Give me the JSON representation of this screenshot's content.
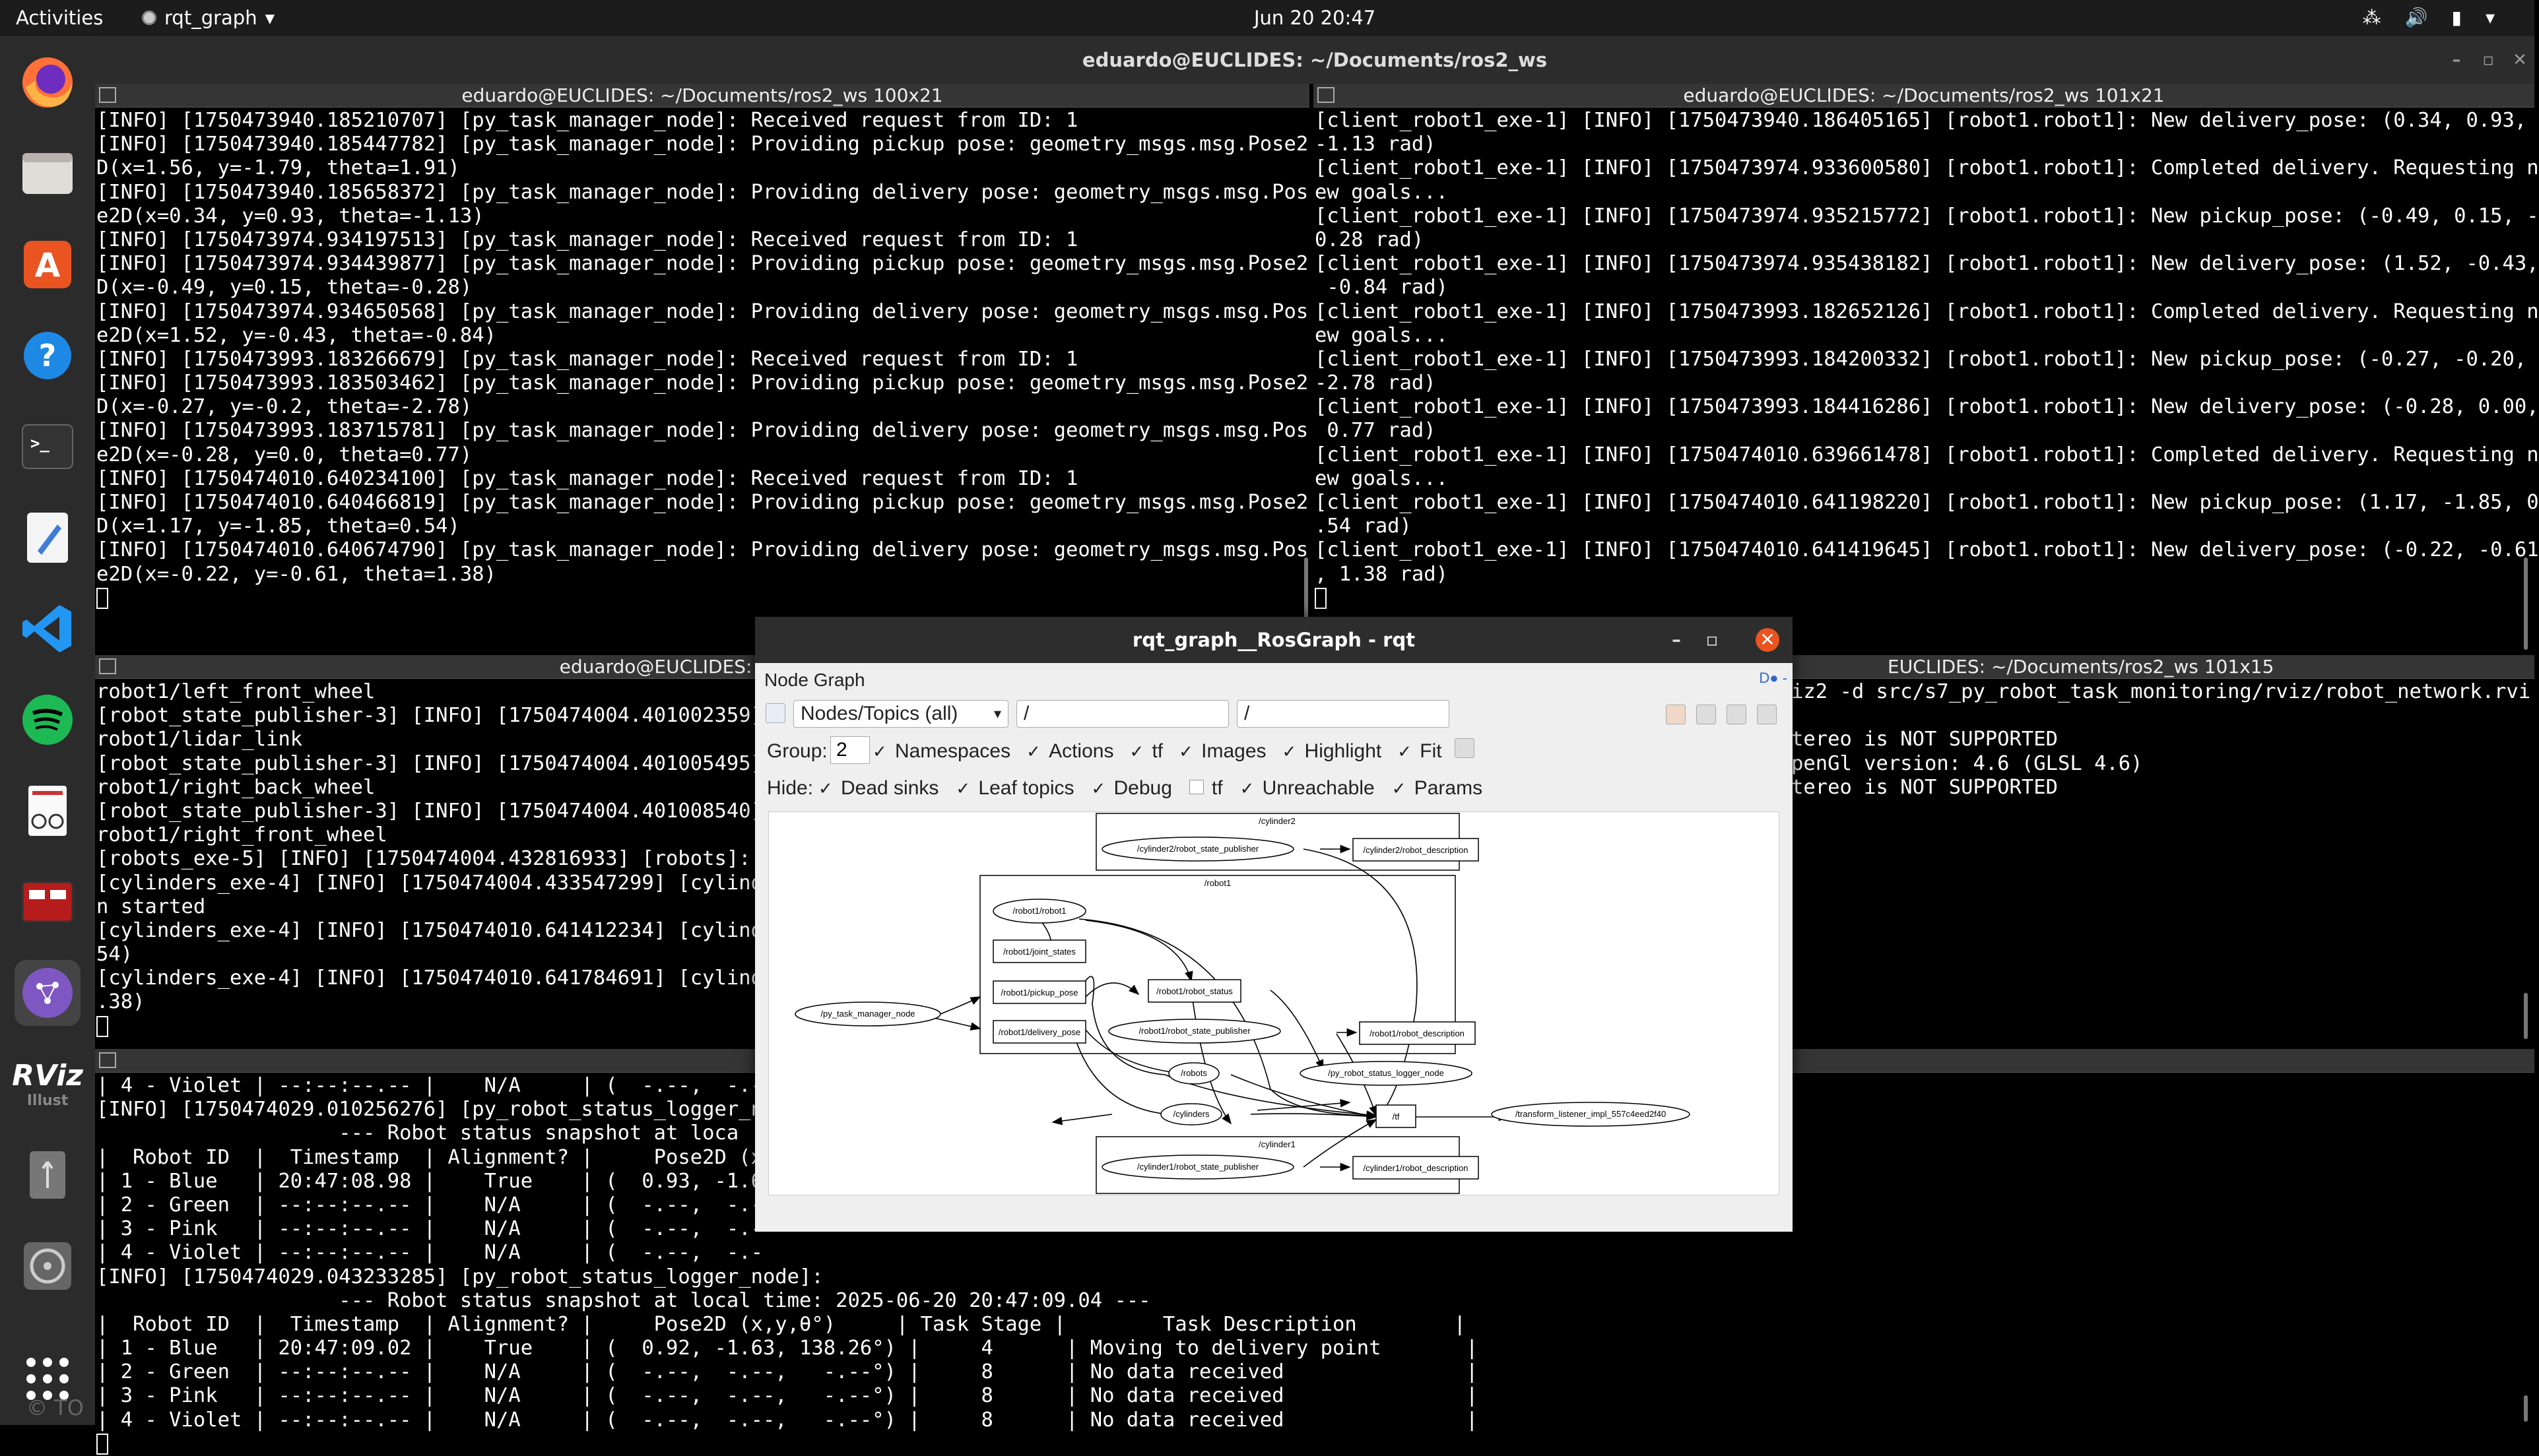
{
  "topbar": {
    "activities": "Activities",
    "app_name": "rqt_graph",
    "clock": "Jun 20  20:47"
  },
  "dock": {
    "items": [
      "firefox-icon",
      "files-icon",
      "app-center-icon",
      "help-icon",
      "terminal-icon",
      "text-editor-icon",
      "vscode-icon",
      "spotify-icon",
      "document-viewer-icon",
      "display-icon",
      "rqt-icon",
      "rviz-icon",
      "usb-drive-icon",
      "disc-icon",
      "show-apps-icon"
    ],
    "rviz_label": "RViz",
    "rviz_sub": "Illust",
    "bottom_label": "© TO"
  },
  "terminal": {
    "title": "eduardo@EUCLIDES: ~/Documents/ros2_ws"
  },
  "pane_tl": {
    "title": "eduardo@EUCLIDES: ~/Documents/ros2_ws 100x21",
    "lines": [
      "[INFO] [1750473940.185210707] [py_task_manager_node]: Received request from ID: 1",
      "[INFO] [1750473940.185447782] [py_task_manager_node]: Providing pickup pose: geometry_msgs.msg.Pose2",
      "D(x=1.56, y=-1.79, theta=1.91)",
      "[INFO] [1750473940.185658372] [py_task_manager_node]: Providing delivery pose: geometry_msgs.msg.Pos",
      "e2D(x=0.34, y=0.93, theta=-1.13)",
      "[INFO] [1750473974.934197513] [py_task_manager_node]: Received request from ID: 1",
      "[INFO] [1750473974.934439877] [py_task_manager_node]: Providing pickup pose: geometry_msgs.msg.Pose2",
      "D(x=-0.49, y=0.15, theta=-0.28)",
      "[INFO] [1750473974.934650568] [py_task_manager_node]: Providing delivery pose: geometry_msgs.msg.Pos",
      "e2D(x=1.52, y=-0.43, theta=-0.84)",
      "[INFO] [1750473993.183266679] [py_task_manager_node]: Received request from ID: 1",
      "[INFO] [1750473993.183503462] [py_task_manager_node]: Providing pickup pose: geometry_msgs.msg.Pose2",
      "D(x=-0.27, y=-0.2, theta=-2.78)",
      "[INFO] [1750473993.183715781] [py_task_manager_node]: Providing delivery pose: geometry_msgs.msg.Pos",
      "e2D(x=-0.28, y=0.0, theta=0.77)",
      "[INFO] [1750474010.640234100] [py_task_manager_node]: Received request from ID: 1",
      "[INFO] [1750474010.640466819] [py_task_manager_node]: Providing pickup pose: geometry_msgs.msg.Pose2",
      "D(x=1.17, y=-1.85, theta=0.54)",
      "[INFO] [1750474010.640674790] [py_task_manager_node]: Providing delivery pose: geometry_msgs.msg.Pos",
      "e2D(x=-0.22, y=-0.61, theta=1.38)"
    ]
  },
  "pane_tr": {
    "title": "eduardo@EUCLIDES: ~/Documents/ros2_ws 101x21",
    "lines": [
      "[client_robot1_exe-1] [INFO] [1750473940.186405165] [robot1.robot1]: New delivery_pose: (0.34, 0.93,",
      "-1.13 rad)",
      "[client_robot1_exe-1] [INFO] [1750473974.933600580] [robot1.robot1]: Completed delivery. Requesting n",
      "ew goals...",
      "[client_robot1_exe-1] [INFO] [1750473974.935215772] [robot1.robot1]: New pickup_pose: (-0.49, 0.15, -",
      "0.28 rad)",
      "[client_robot1_exe-1] [INFO] [1750473974.935438182] [robot1.robot1]: New delivery_pose: (1.52, -0.43,",
      " -0.84 rad)",
      "[client_robot1_exe-1] [INFO] [1750473993.182652126] [robot1.robot1]: Completed delivery. Requesting n",
      "ew goals...",
      "[client_robot1_exe-1] [INFO] [1750473993.184200332] [robot1.robot1]: New pickup_pose: (-0.27, -0.20,",
      "-2.78 rad)",
      "[client_robot1_exe-1] [INFO] [1750473993.184416286] [robot1.robot1]: New delivery_pose: (-0.28, 0.00,",
      " 0.77 rad)",
      "[client_robot1_exe-1] [INFO] [1750474010.639661478] [robot1.robot1]: Completed delivery. Requesting n",
      "ew goals...",
      "[client_robot1_exe-1] [INFO] [1750474010.641198220] [robot1.robot1]: New pickup_pose: (1.17, -1.85, 0",
      ".54 rad)",
      "[client_robot1_exe-1] [INFO] [1750474010.641419645] [robot1.robot1]: New delivery_pose: (-0.22, -0.61",
      ", 1.38 rad)"
    ]
  },
  "pane_ml": {
    "title": "eduardo@EUCLIDES: ~/Docum",
    "lines": [
      "robot1/left_front_wheel",
      "[robot_state_publisher-3] [INFO] [1750474004.401002359] [",
      "robot1/lidar_link",
      "[robot_state_publisher-3] [INFO] [1750474004.401005495] [",
      "robot1/right_back_wheel",
      "[robot_state_publisher-3] [INFO] [1750474004.401008540] [",
      "robot1/right_front_wheel",
      "[robots_exe-5] [INFO] [1750474004.432816933] [robots]: P",
      "[cylinders_exe-4] [INFO] [1750474004.433547299] [cylinde",
      "n started",
      "[cylinders_exe-4] [INFO] [1750474010.641412234] [cylinde",
      "54)",
      "[cylinders_exe-4] [INFO] [1750474010.641784691] [cylinde",
      ".38)"
    ]
  },
  "pane_mr": {
    "title": "EUCLIDES: ~/Documents/ros2_ws 101x15",
    "lines": [
      "iz2 -d src/s7_py_robot_task_monitoring/rviz/robot_network.rvi",
      "",
      "tereo is NOT SUPPORTED",
      "penGl version: 4.6 (GLSL 4.6)",
      "tereo is NOT SUPPORTED"
    ]
  },
  "pane_bottom": {
    "lines": [
      "| 4 - Violet | --:--:--.-- |    N/A     | (  -.--,  -.--,",
      "[INFO] [1750474029.010256276] [py_robot_status_logger_no",
      "                    --- Robot status snapshot at loca",
      "|  Robot ID  |  Timestamp  | Alignment? |     Pose2D (x",
      "| 1 - Blue   | 20:47:08.98 |    True    | (  0.93, -1.6",
      "| 2 - Green  | --:--:--.-- |    N/A     | (  -.--,  -.-",
      "| 3 - Pink   | --:--:--.-- |    N/A     | (  -.--,  -.-",
      "| 4 - Violet | --:--:--.-- |    N/A     | (  -.--,  -.-",
      "[INFO] [1750474029.043233285] [py_robot_status_logger_node]:",
      "                    --- Robot status snapshot at local time: 2025-06-20 20:47:09.04 ---",
      "|  Robot ID  |  Timestamp  | Alignment? |     Pose2D (x,y,θ°)     | Task Stage |        Task Description        |",
      "| 1 - Blue   | 20:47:09.02 |    True    | (  0.92, -1.63, 138.26°) |     4      | Moving to delivery point       |",
      "| 2 - Green  | --:--:--.-- |    N/A     | (  -.--,  -.--,   -.--°) |     8      | No data received               |",
      "| 3 - Pink   | --:--:--.-- |    N/A     | (  -.--,  -.--,   -.--°) |     8      | No data received               |",
      "| 4 - Violet | --:--:--.-- |    N/A     | (  -.--,  -.--,   -.--°) |     8      | No data received               |"
    ]
  },
  "rqt": {
    "title": "rqt_graph__RosGraph - rqt",
    "dock_title": "Node Graph",
    "dock_controls": "D● -",
    "combo_value": "Nodes/Topics (all)",
    "filter1": "/",
    "filter2": "/",
    "group_label": "Group:",
    "group_value": "2",
    "options": [
      "Namespaces",
      "Actions",
      "tf",
      "Images",
      "Highlight",
      "Fit"
    ],
    "hide_label": "Hide:",
    "hide_options": [
      "Dead sinks",
      "Leaf topics",
      "Debug",
      "tf",
      "Unreachable",
      "Params"
    ],
    "hide_checked": [
      true,
      true,
      true,
      false,
      true,
      true
    ]
  },
  "graph": {
    "clusters": [
      "/cylinder2",
      "/robot1",
      "/cylinder1"
    ],
    "nodes": [
      "/cylinder2/robot_state_publisher",
      "/cylinder2/robot_description",
      "/robot1/robot1",
      "/robot1/joint_states",
      "/robot1/pickup_pose",
      "/robot1/delivery_pose",
      "/robot1/robot_status",
      "/robot1/robot_state_publisher",
      "/robot1/robot_description",
      "/py_task_manager_node",
      "/robots",
      "/py_robot_status_logger_node",
      "/cylinders",
      "/tf",
      "/transform_listener_impl_557c4eed2f40",
      "/cylinder1/robot_state_publisher",
      "/cylinder1/robot_description"
    ]
  }
}
